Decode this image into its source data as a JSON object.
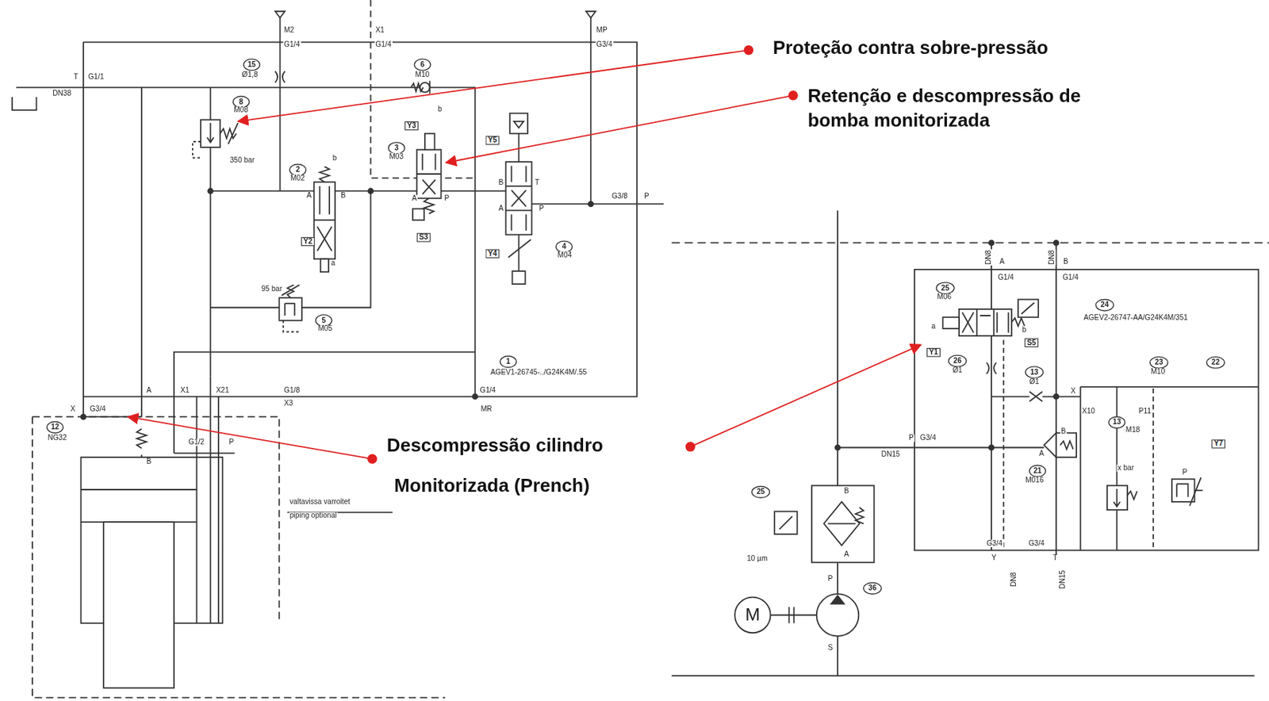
{
  "diagram": {
    "labels": [
      "M2",
      "G1/4",
      "X1",
      "G1/4",
      "MP",
      "G3/4",
      "T",
      "G1/1",
      "DN38",
      "15",
      "Ø1,8",
      "6",
      "M10",
      "8",
      "M08",
      "350 bar",
      "2",
      "M02",
      "b",
      "A",
      "B",
      "a",
      "Y2",
      "3",
      "M03",
      "Y3",
      "b",
      "A",
      "P",
      "S3",
      "Y5",
      "Y4",
      "4",
      "M04",
      "B",
      "T",
      "A",
      "P",
      "G3/8",
      "P",
      "95 bar",
      "5",
      "M05",
      "1",
      "AGEV1-26745-../G24K4M/.55",
      "X",
      "G3/4",
      "A",
      "X1",
      "X21",
      "G1/8",
      "X3",
      "G1/4",
      "MR",
      "12",
      "NG32",
      "B",
      "G1/2",
      "P",
      "valtavissa varroitet",
      "piping optional",
      "Proteção contra sobre-pressão",
      "Retenção e descompressão de bomba monitorizada",
      "Descompressão cilindro",
      "Monitorizada (Prench)",
      "DN8",
      "A",
      "DN8",
      "B",
      "G1/4",
      "G1/4",
      "25",
      "M06",
      "24",
      "AGEV2-26747-AA/G24K4M/351",
      "a",
      "b",
      "Y1",
      "S5",
      "26",
      "Ø1",
      "13",
      "Ø1",
      "23",
      "M10",
      "22",
      "X",
      "X10",
      "P11",
      "13",
      "M18",
      "P",
      "G3/4",
      "DN15",
      "A",
      "B",
      "21",
      "M016",
      "Y7",
      "x bar",
      "P",
      "G3/4",
      "G3/4",
      "Y",
      "T",
      "DN8",
      "DN15",
      "25",
      "10 µm",
      "B",
      "A",
      "36",
      "P",
      "S",
      "M"
    ]
  }
}
